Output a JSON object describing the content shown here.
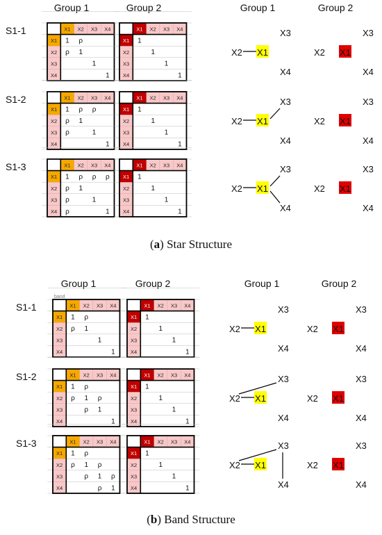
{
  "panels": [
    {
      "id": "a",
      "group_headers": [
        "Group 1",
        "Group 2",
        "Group 1",
        "Group 2"
      ],
      "caption_letter": "a",
      "caption_text": "Star Structure",
      "band_label": "",
      "rows": [
        {
          "label": "S1-1",
          "g1_cells": {
            "1,1": "1",
            "1,2": "ρ",
            "2,1": "ρ",
            "2,2": "1",
            "3,3": "1",
            "4,4": "1"
          },
          "g2_cells": {
            "1,1": "1",
            "2,2": "1",
            "3,3": "1",
            "4,4": "1"
          },
          "g1_edges": [
            [
              "X2",
              "X1"
            ]
          ]
        },
        {
          "label": "S1-2",
          "g1_cells": {
            "1,1": "1",
            "1,2": "ρ",
            "1,3": "ρ",
            "2,1": "ρ",
            "2,2": "1",
            "3,1": "ρ",
            "3,3": "1",
            "4,4": "1"
          },
          "g2_cells": {
            "1,1": "1",
            "2,2": "1",
            "3,3": "1",
            "4,4": "1"
          },
          "g1_edges": [
            [
              "X2",
              "X1"
            ],
            [
              "X1",
              "X3"
            ]
          ]
        },
        {
          "label": "S1-3",
          "g1_cells": {
            "1,1": "1",
            "1,2": "ρ",
            "1,3": "ρ",
            "1,4": "ρ",
            "2,1": "ρ",
            "2,2": "1",
            "3,1": "ρ",
            "3,3": "1",
            "4,1": "ρ",
            "4,4": "1"
          },
          "g2_cells": {
            "1,1": "1",
            "2,2": "1",
            "3,3": "1",
            "4,4": "1"
          },
          "g1_edges": [
            [
              "X2",
              "X1"
            ],
            [
              "X1",
              "X3"
            ],
            [
              "X1",
              "X4"
            ]
          ]
        }
      ]
    },
    {
      "id": "b",
      "group_headers": [
        "Group 1",
        "Group 2",
        "Group 1",
        "Group 2"
      ],
      "caption_letter": "b",
      "caption_text": "Band Structure",
      "band_label": "band",
      "rows": [
        {
          "label": "S1-1",
          "g1_cells": {
            "1,1": "1",
            "1,2": "ρ",
            "2,1": "ρ",
            "2,2": "1",
            "3,3": "1",
            "4,4": "1"
          },
          "g2_cells": {
            "1,1": "1",
            "2,2": "1",
            "3,3": "1",
            "4,4": "1"
          },
          "g1_edges": [
            [
              "X2",
              "X1"
            ]
          ]
        },
        {
          "label": "S1-2",
          "g1_cells": {
            "1,1": "1",
            "1,2": "ρ",
            "2,1": "ρ",
            "2,2": "1",
            "2,3": "ρ",
            "3,2": "ρ",
            "3,3": "1",
            "4,4": "1"
          },
          "g2_cells": {
            "1,1": "1",
            "2,2": "1",
            "3,3": "1",
            "4,4": "1"
          },
          "g1_edges": [
            [
              "X2",
              "X1"
            ],
            [
              "X2",
              "X3"
            ]
          ]
        },
        {
          "label": "S1-3",
          "g1_cells": {
            "1,1": "1",
            "1,2": "ρ",
            "2,1": "ρ",
            "2,2": "1",
            "2,3": "ρ",
            "3,2": "ρ",
            "3,3": "1",
            "3,4": "ρ",
            "4,3": "ρ",
            "4,4": "1"
          },
          "g2_cells": {
            "1,1": "1",
            "2,2": "1",
            "3,3": "1",
            "4,4": "1"
          },
          "g1_edges": [
            [
              "X2",
              "X1"
            ],
            [
              "X2",
              "X3"
            ],
            [
              "X3",
              "X4"
            ]
          ]
        }
      ]
    }
  ],
  "matrix_var_labels": [
    "X1",
    "X2",
    "X3",
    "X4"
  ],
  "graph_node_labels": [
    "X1",
    "X2",
    "X3",
    "X4"
  ],
  "colors": {
    "group1_x1_header": "#f5a800",
    "group2_x1_header": "#c00000",
    "header_fill": "#f8c8c8",
    "grid_line": "#bbbbbb",
    "group1_x1_node": "#ffff00",
    "group2_x1_node": "#e00000",
    "cell_border": "#000000"
  }
}
